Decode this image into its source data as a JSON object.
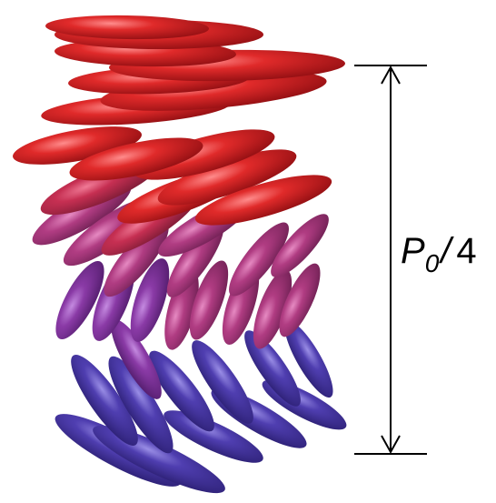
{
  "label": {
    "p": "P",
    "sub": "0",
    "slash": "/",
    "four": "4"
  },
  "colors": {
    "top": "#d42424",
    "middle": "#a8387a",
    "bottom": "#4a3aa6"
  }
}
